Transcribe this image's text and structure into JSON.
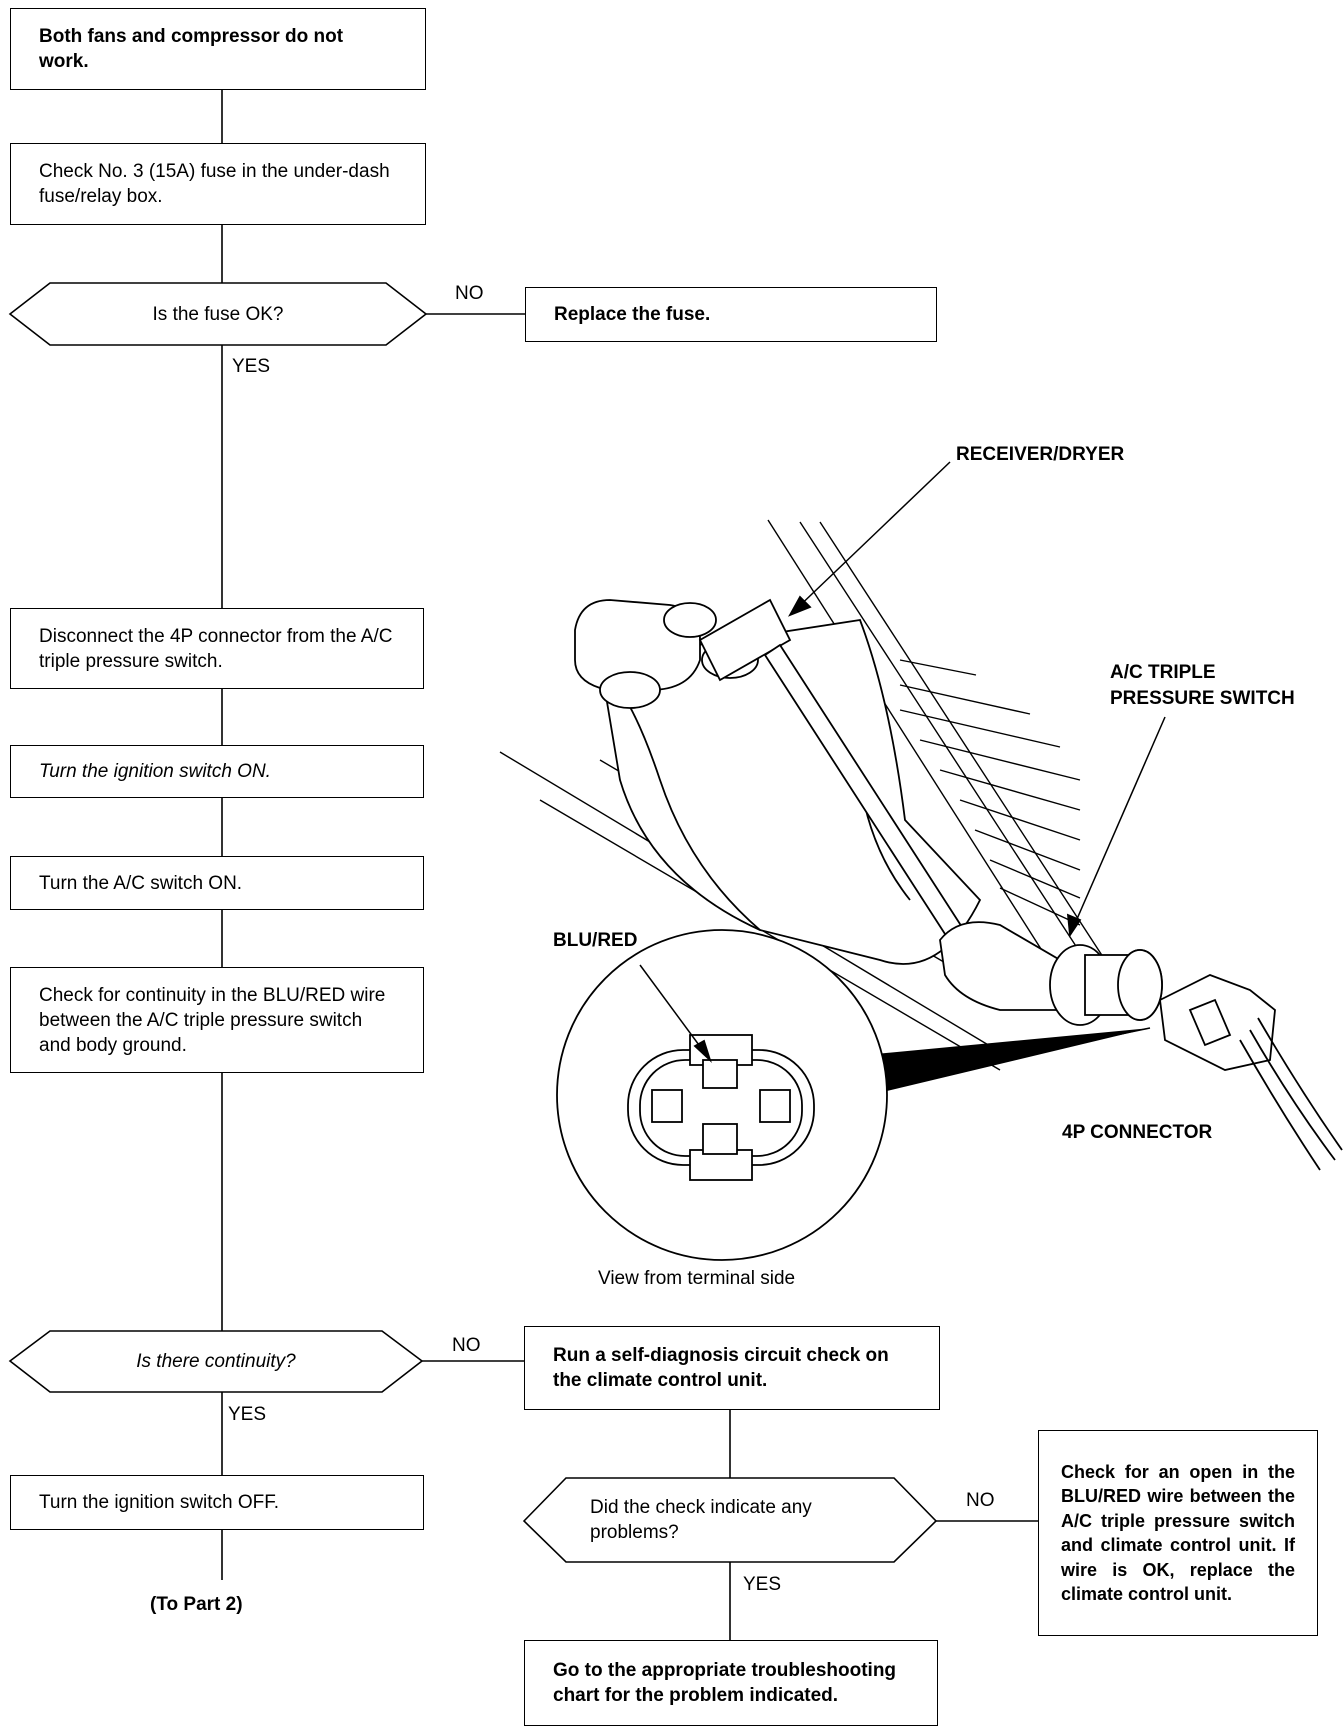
{
  "flow": {
    "start": "Both fans and compressor do not work.",
    "check_fuse": "Check No. 3 (15A) fuse in the under-dash fuse/relay box.",
    "q_fuse": "Is the fuse OK?",
    "replace_fuse": "Replace the fuse.",
    "disconnect": "Disconnect the 4P connector from the A/C triple pressure switch.",
    "ignition_on": "Turn the ignition switch ON.",
    "ac_on": "Turn the A/C switch ON.",
    "check_continuity": "Check for continuity in the BLU/RED wire between the A/C triple pressure switch and body ground.",
    "q_continuity": "Is there continuity?",
    "self_diag": "Run a self-diagnosis circuit check on the climate control unit.",
    "ignition_off": "Turn the ignition switch OFF.",
    "to_part2": "(To Part 2)",
    "q_problems": "Did the check indicate any problems?",
    "check_open": "Check for an open in the BLU/RED wire between the A/C triple pressure switch and climate control unit. If wire is OK, replace the climate control unit.",
    "goto_chart": "Go to the appropriate troubleshooting chart for the problem indicated.",
    "yes": "YES",
    "no": "NO"
  },
  "figure": {
    "receiver_dryer": "RECEIVER/DRYER",
    "ac_triple_line1": "A/C TRIPLE",
    "ac_triple_line2": "PRESSURE SWITCH",
    "connector_4p": "4P CONNECTOR",
    "blu_red": "BLU/RED",
    "view_caption": "View from terminal side"
  }
}
